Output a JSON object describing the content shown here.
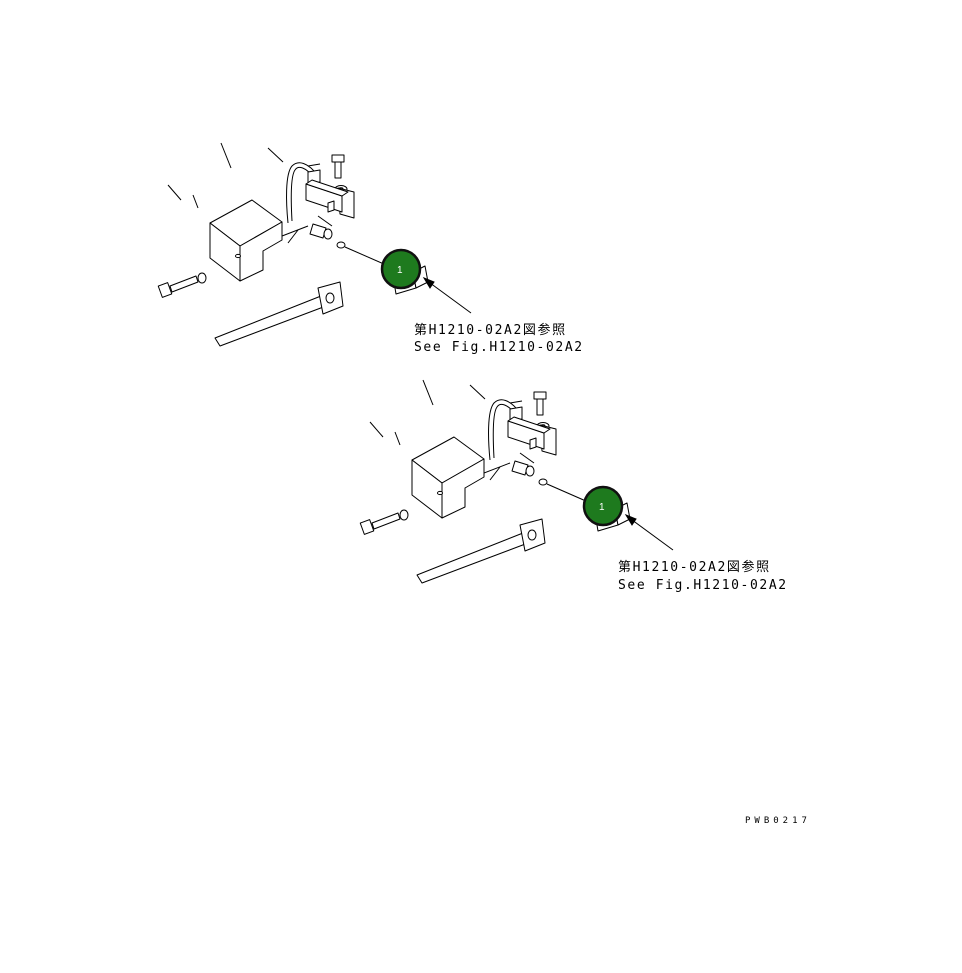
{
  "assemblies": [
    {
      "callout_number": "1",
      "reference_line_1": "第H1210-02A2図参照",
      "reference_line_2": "See Fig.H1210-02A2"
    },
    {
      "callout_number": "1",
      "reference_line_1": "第H1210-02A2図参照",
      "reference_line_2": "See Fig.H1210-02A2"
    }
  ],
  "drawing_code": "PWB0217",
  "colors": {
    "callout_fill": "#1e7a1e",
    "callout_ring": "#111111",
    "line": "#000000"
  }
}
